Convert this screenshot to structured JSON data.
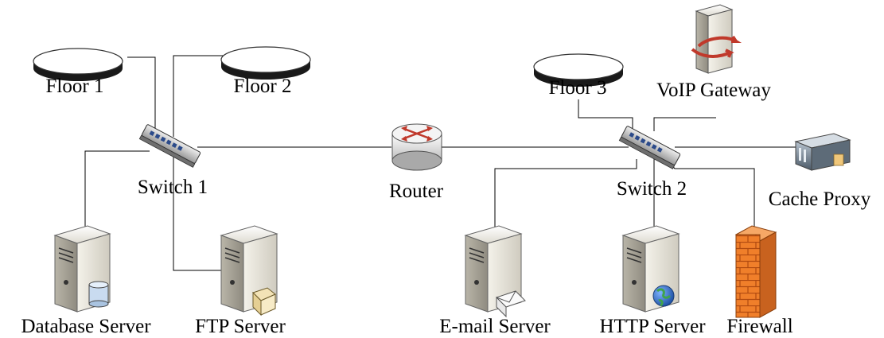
{
  "labels": {
    "floor1": "Floor 1",
    "floor2": "Floor 2",
    "floor3": "Floor 3",
    "voip_gateway": "VoIP Gateway",
    "switch1": "Switch 1",
    "switch2": "Switch 2",
    "router": "Router",
    "cache_proxy": "Cache Proxy",
    "database_server": "Database Server",
    "ftp_server": "FTP Server",
    "email_server": "E-mail Server",
    "http_server": "HTTP Server",
    "firewall": "Firewall"
  },
  "icons": {
    "floor1": "floor-disc-icon",
    "floor2": "floor-disc-icon",
    "floor3": "floor-disc-icon",
    "voip_gateway": "voip-gateway-icon",
    "switch1": "network-switch-icon",
    "switch2": "network-switch-icon",
    "router": "router-icon",
    "cache_proxy": "proxy-server-icon",
    "database_server": "database-server-icon",
    "ftp_server": "ftp-server-icon",
    "email_server": "email-server-icon",
    "http_server": "web-server-icon",
    "firewall": "brick-firewall-icon"
  },
  "colors": {
    "line": "#000000",
    "server_body": "#d9d7cf",
    "router_arrows": "#c0392b",
    "firewall_brick": "#f07f2a",
    "globe": "#2f6fcf"
  }
}
